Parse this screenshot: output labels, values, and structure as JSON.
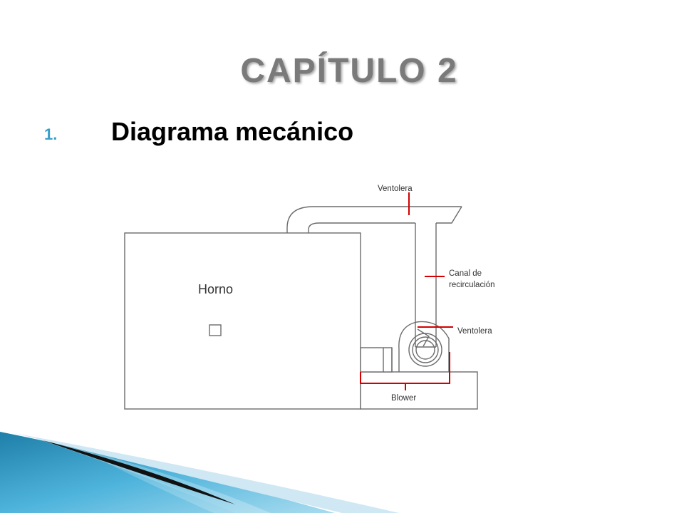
{
  "slide": {
    "title": "CAPÍTULO 2",
    "list_number": "1.",
    "list_text": "Diagrama mecánico"
  },
  "diagram": {
    "labels": {
      "horno": "Horno",
      "ventolera_top": "Ventolera",
      "canal_line1": "Canal de",
      "canal_line2": "recirculación",
      "ventolera_right": "Ventolera",
      "blower": "Blower"
    },
    "colors": {
      "line": "#6b6b6b",
      "leader": "#d40000",
      "label": "#333333",
      "accent": "#3a9fc7"
    }
  }
}
